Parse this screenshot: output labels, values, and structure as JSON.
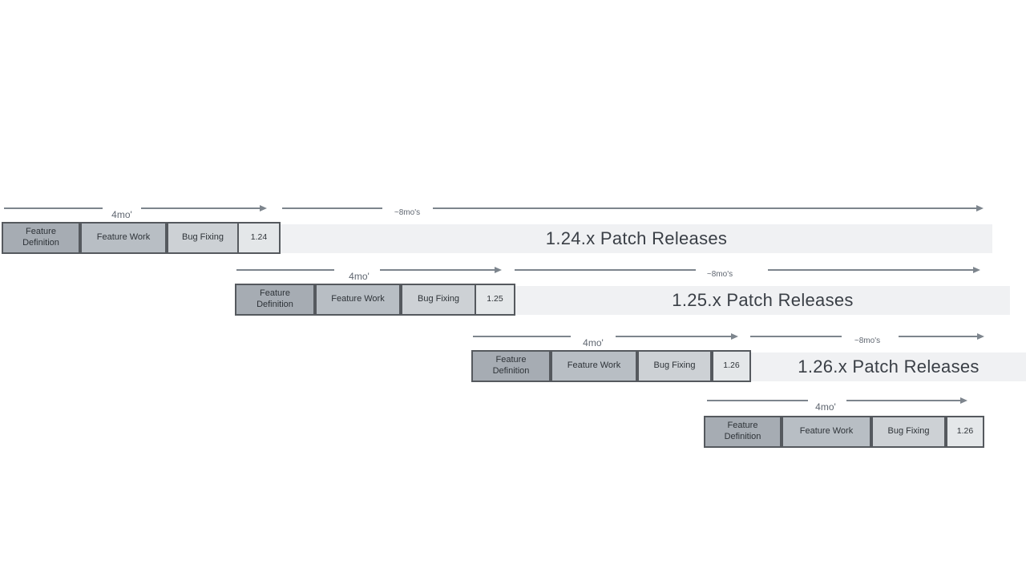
{
  "rows": [
    {
      "version": "1.24",
      "phases": {
        "definition": "Feature Definition",
        "work": "Feature Work",
        "bugfix": "Bug Fixing"
      },
      "dev_duration": "4mo'",
      "patch_duration": "~8mo's",
      "patch_releases": "1.24.x Patch Releases"
    },
    {
      "version": "1.25",
      "phases": {
        "definition": "Feature Definition",
        "work": "Feature Work",
        "bugfix": "Bug Fixing"
      },
      "dev_duration": "4mo'",
      "patch_duration": "~8mo's",
      "patch_releases": "1.25.x Patch Releases"
    },
    {
      "version": "1.26",
      "phases": {
        "definition": "Feature Definition",
        "work": "Feature Work",
        "bugfix": "Bug Fixing"
      },
      "dev_duration": "4mo'",
      "patch_duration": "~8mo's",
      "patch_releases": "1.26.x Patch Releases"
    },
    {
      "version": "1.26",
      "phases": {
        "definition": "Feature Definition",
        "work": "Feature Work",
        "bugfix": "Bug Fixing"
      },
      "dev_duration": "4mo'"
    }
  ],
  "colors": {
    "phase_definition_fill": "#a6acb3",
    "phase_work_fill": "#b8bec4",
    "phase_bugfix_fill": "#cdd1d5",
    "version_fill": "#e4e7e9",
    "patch_bar_fill": "#f0f1f3",
    "box_border": "#55595e",
    "arrow": "#7d858d"
  }
}
